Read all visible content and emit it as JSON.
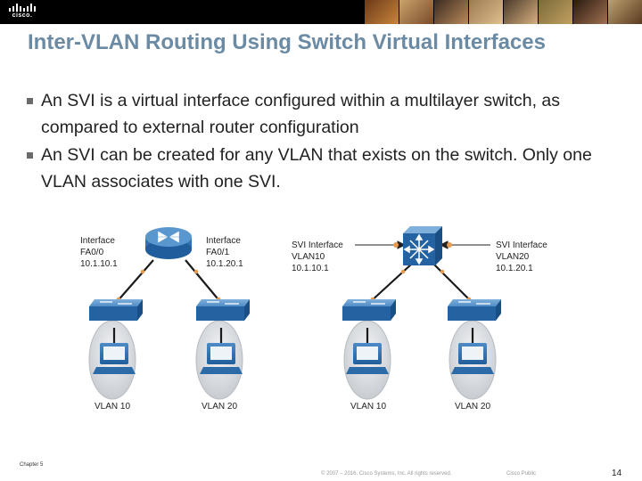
{
  "header": {
    "logo_text": "cisco."
  },
  "slide": {
    "title": "Inter-VLAN Routing Using Switch Virtual Interfaces",
    "bullets": [
      "An SVI is a virtual interface configured within a multilayer switch, as compared to external router configuration",
      "An SVI can be created for any VLAN that exists on the switch. Only one VLAN associates with one SVI."
    ]
  },
  "diagram": {
    "left": {
      "interface_left": [
        "Interface",
        "FA0/0",
        "10.1.10.1"
      ],
      "interface_right": [
        "Interface",
        "FA0/1",
        "10.1.20.1"
      ],
      "vlan_left": "VLAN 10",
      "vlan_right": "VLAN 20"
    },
    "right": {
      "svi_left": [
        "SVI Interface",
        "VLAN10",
        "10.1.10.1"
      ],
      "svi_right": [
        "SVI Interface",
        "VLAN20",
        "10.1.20.1"
      ],
      "vlan_left": "VLAN 10",
      "vlan_right": "VLAN 20"
    },
    "colors": {
      "device_blue": "#2a6db0",
      "device_light": "#5a97cf",
      "link_orange": "#e89a4e",
      "highlight_oval": "#d3d6da"
    }
  },
  "footer": {
    "chapter": "Chapter 5",
    "copyright": "© 2007 – 2016, Cisco Systems, Inc. All rights reserved.",
    "classification": "Cisco Public",
    "page_number": "14"
  }
}
